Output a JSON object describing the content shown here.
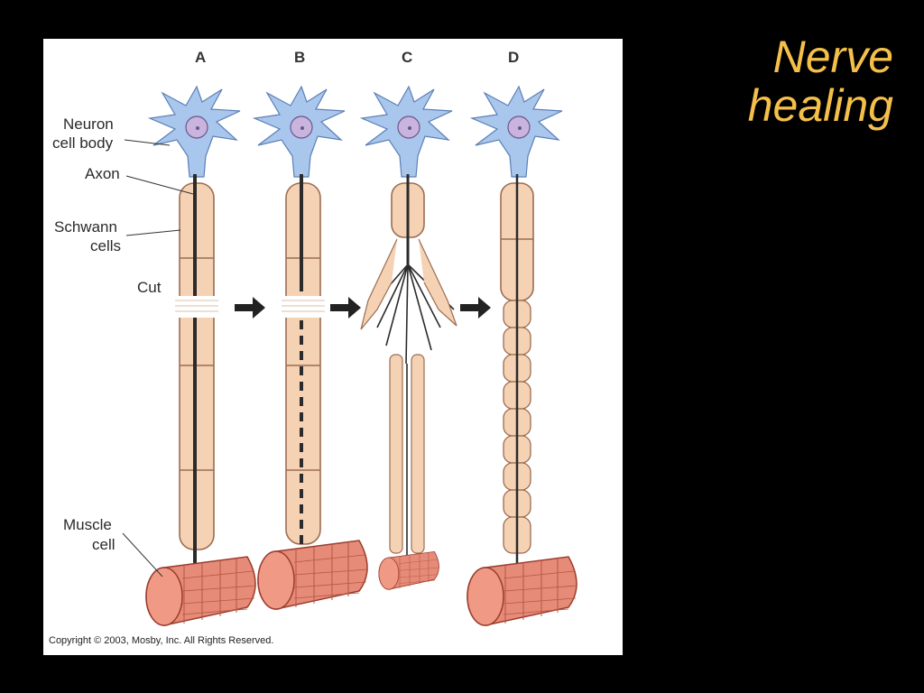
{
  "slide": {
    "title_line1": "Nerve",
    "title_line2": "healing",
    "title_color": "#f5c04a",
    "background": "#000000"
  },
  "figure": {
    "panels": [
      {
        "letter": "A"
      },
      {
        "letter": "B"
      },
      {
        "letter": "C"
      },
      {
        "letter": "D"
      }
    ],
    "labels": {
      "neuron_line1": "Neuron",
      "neuron_line2": "cell body",
      "axon": "Axon",
      "schwann_line1": "Schwann",
      "schwann_line2": "cells",
      "cut": "Cut",
      "muscle_line1": "Muscle",
      "muscle_line2": "cell"
    },
    "copyright": "Copyright © 2003, Mosby, Inc. All Rights Reserved.",
    "colors": {
      "neuron_blue": "#a9c6ec",
      "schwann_peach": "#f6d2b4",
      "schwann_outline": "#9a6d54",
      "muscle_red": "#e8806c",
      "axon_dark": "#2b2b2b",
      "arrow": "#222222"
    }
  }
}
